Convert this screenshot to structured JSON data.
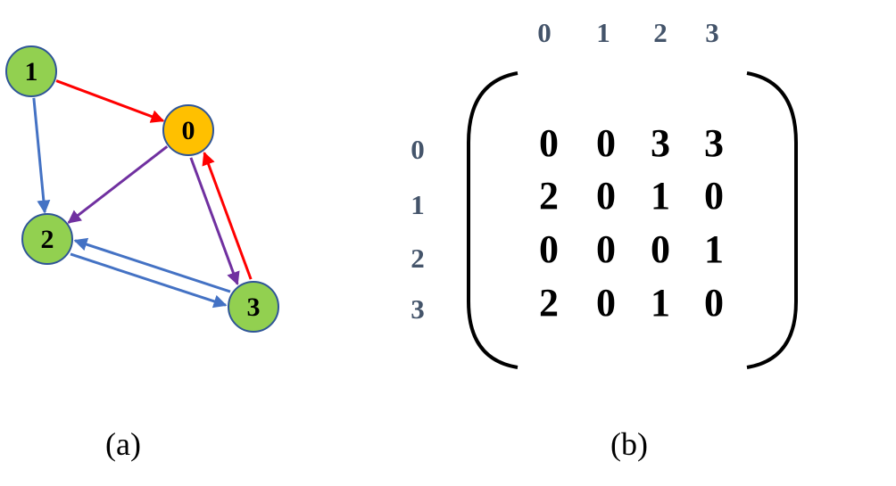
{
  "graph": {
    "nodes": [
      {
        "id": "1",
        "label": "1",
        "color": "#92d050"
      },
      {
        "id": "0",
        "label": "0",
        "color": "#ffc000"
      },
      {
        "id": "2",
        "label": "2",
        "color": "#92d050"
      },
      {
        "id": "3",
        "label": "3",
        "color": "#92d050"
      }
    ],
    "edges": [
      {
        "from": "1",
        "to": "0",
        "color": "#ff0000"
      },
      {
        "from": "1",
        "to": "2",
        "color": "#4472c4"
      },
      {
        "from": "0",
        "to": "2",
        "color": "#7030a0"
      },
      {
        "from": "0",
        "to": "3",
        "color": "#7030a0"
      },
      {
        "from": "3",
        "to": "0",
        "color": "#ff0000"
      },
      {
        "from": "2",
        "to": "3",
        "color": "#4472c4"
      },
      {
        "from": "3",
        "to": "2",
        "color": "#4472c4"
      }
    ]
  },
  "matrix": {
    "col_labels": [
      "0",
      "1",
      "2",
      "3"
    ],
    "row_labels": [
      "0",
      "1",
      "2",
      "3"
    ],
    "rows": [
      [
        "0",
        "0",
        "3",
        "3"
      ],
      [
        "2",
        "0",
        "1",
        "0"
      ],
      [
        "0",
        "0",
        "0",
        "1"
      ],
      [
        "2",
        "0",
        "1",
        "0"
      ]
    ],
    "label_color": "#44546a"
  },
  "captions": {
    "a": "(a)",
    "b": "(b)"
  }
}
